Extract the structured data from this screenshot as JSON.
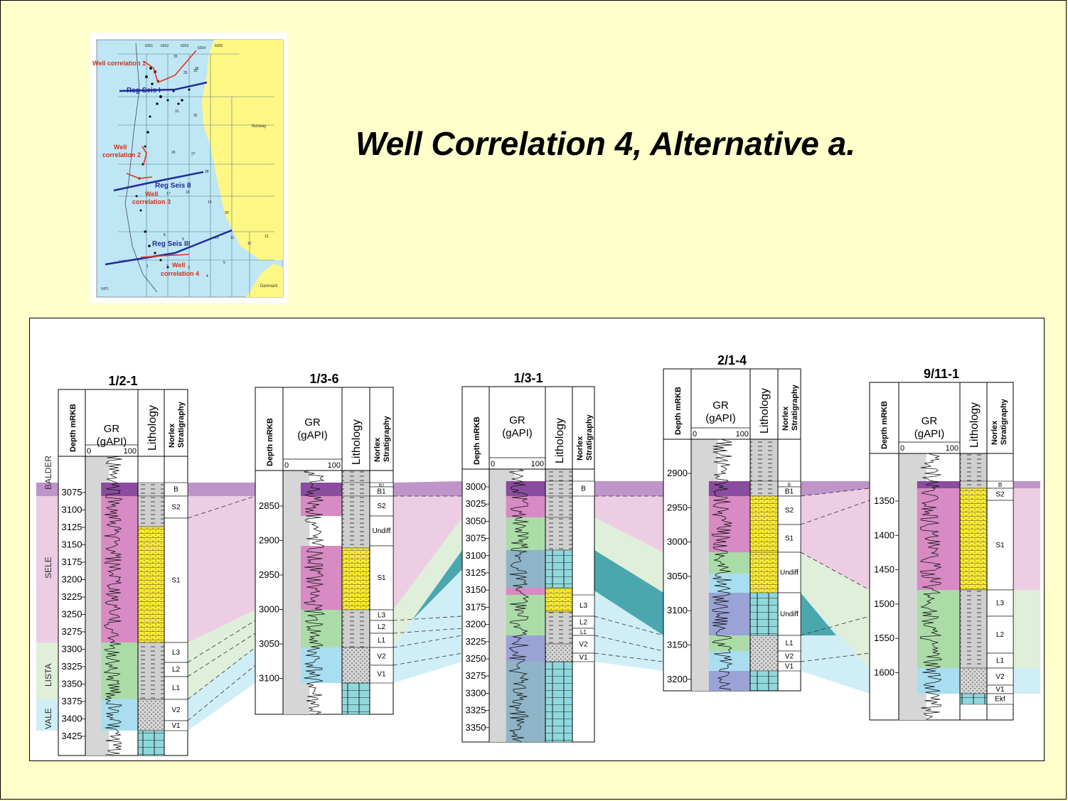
{
  "title": "Well Correlation 4, Alternative a.",
  "map": {
    "labels": {
      "wc1": "Well correlation 1",
      "seis1": "Reg Seis I",
      "wc2a": "Well",
      "wc2b": "correlation 2",
      "seis2": "Reg Seis II",
      "wc3a": "Well",
      "wc3b": "correlation 3",
      "seis3": "Reg Seis III",
      "wc4a": "Well",
      "wc4b": "correlation 4",
      "norway": "Norway",
      "denmark": "Denmark",
      "npd": "NPD"
    },
    "blocks": [
      "6201",
      "6202",
      "6203",
      "6204",
      "6205",
      "26",
      "25",
      "31",
      "32",
      "26",
      "27",
      "28",
      "17",
      "18",
      "19",
      "20",
      "7",
      "8",
      "9",
      "10",
      "11",
      "12",
      "13",
      "2",
      "3",
      "4",
      "5",
      "1",
      "35",
      "36"
    ]
  },
  "zones": {
    "balder": "BALDER",
    "sele": "SELE",
    "lista": "LISTA",
    "vale": "VALE"
  },
  "colors": {
    "balder": "#b482c0",
    "sele": "#e9c4df",
    "lista": "#d9ecd3",
    "vale": "#c8ebf5",
    "teal": "#4aa7ad",
    "gr_sele": "#d78ac4",
    "gr_balder": "#8a4c9e",
    "gr_lista": "#abdca8",
    "gr_vale": "#a8def0",
    "gr_blue": "#8fb4c7",
    "sand": "#ffee33"
  },
  "column_headers": {
    "depth": "Depth mRKB",
    "gr": "GR",
    "gr_unit": "(gAPI)",
    "gr_min": "0",
    "gr_max": "100",
    "lithology": "Lithology",
    "strat1": "Norlex",
    "strat2": "Stratigraphy"
  },
  "wells": [
    {
      "name": "1/2-1",
      "depth_ticks": [
        "3075",
        "3100",
        "3125",
        "3150",
        "3175",
        "3200",
        "3225",
        "3250",
        "3275",
        "3300",
        "3325",
        "3350",
        "3375",
        "3400",
        "3425"
      ],
      "strat": [
        "B",
        "S2",
        "S1",
        "L3",
        "L2",
        "L1",
        "V2",
        "V1"
      ]
    },
    {
      "name": "1/3-6",
      "depth_ticks": [
        "2850",
        "2900",
        "2950",
        "3000",
        "3050",
        "3100"
      ],
      "strat": [
        "B2",
        "B1",
        "S2",
        "Undiff",
        "S1",
        "L3",
        "L2",
        "L1",
        "V2",
        "V1"
      ]
    },
    {
      "name": "1/3-1",
      "depth_ticks": [
        "3000",
        "3025",
        "3050",
        "3075",
        "3100",
        "3125",
        "3150",
        "3175",
        "3200",
        "3225",
        "3250",
        "3275",
        "3300",
        "3325",
        "3350"
      ],
      "strat": [
        "B",
        "L3",
        "L2",
        "L1",
        "V2",
        "V1"
      ]
    },
    {
      "name": "2/1-4",
      "depth_ticks": [
        "2900",
        "2950",
        "3000",
        "3050",
        "3100",
        "3150",
        "3200"
      ],
      "strat": [
        "B",
        "B1",
        "S2",
        "S1",
        "Undiff",
        "Undiff",
        "L1",
        "V2",
        "V1"
      ]
    },
    {
      "name": "9/11-1",
      "depth_ticks": [
        "1350",
        "1400",
        "1450",
        "1500",
        "1550",
        "1600"
      ],
      "strat": [
        "B",
        "S2",
        "S1",
        "L3",
        "L2",
        "L1",
        "V2",
        "V1",
        "Ekf"
      ]
    }
  ]
}
